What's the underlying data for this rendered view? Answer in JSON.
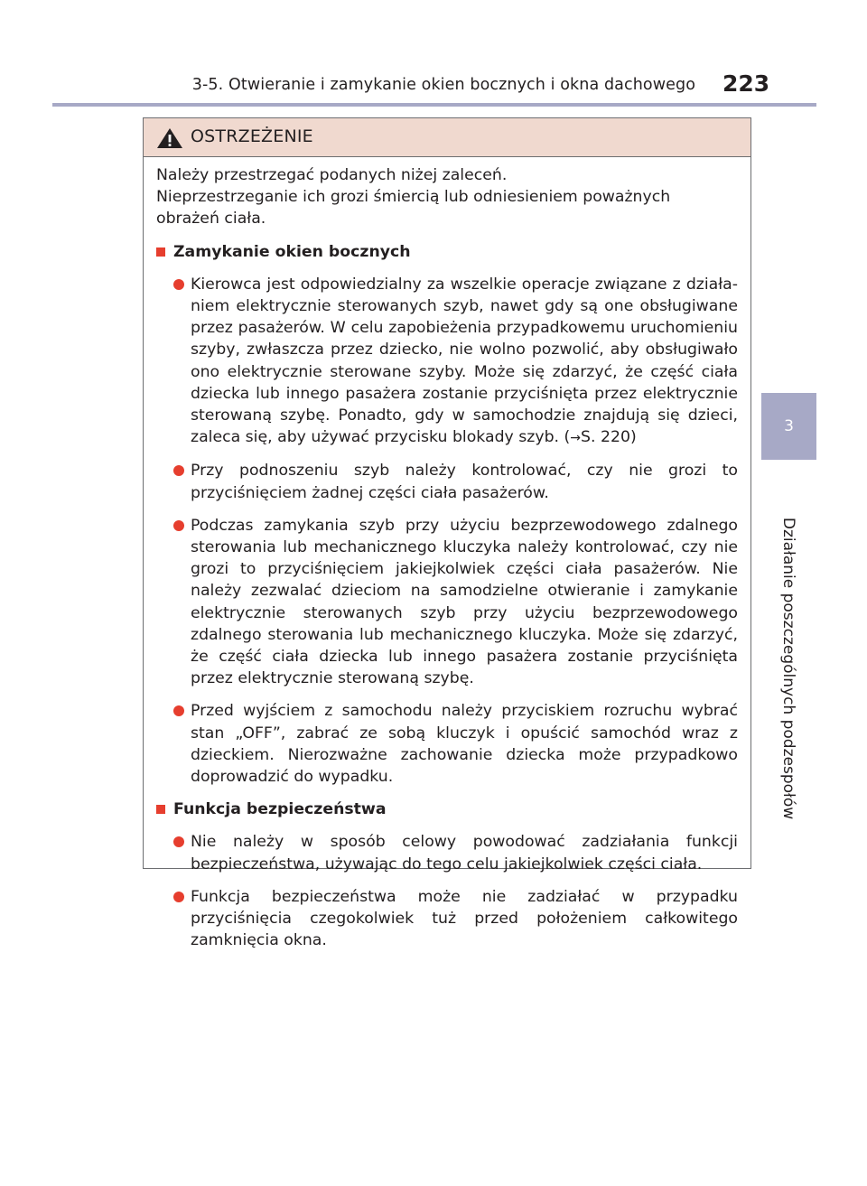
{
  "header": {
    "title": "3-5. Otwieranie i zamykanie okien bocznych i okna dachowego",
    "page_number": "223"
  },
  "side": {
    "tab_number": "3",
    "label": "Działanie poszczególnych podzespołów"
  },
  "warning": {
    "title": "OSTRZEŻENIE",
    "intro_line1": "Należy przestrzegać podanych niżej zaleceń.",
    "intro_line2": "Nieprzestrzeganie ich grozi śmiercią lub odniesieniem poważnych obrażeń ciała.",
    "sections": [
      {
        "heading": "Zamykanie okien bocznych",
        "bullets": [
          "Kierowca jest odpowiedzialny za wszelkie operacje związane z działa­niem elektrycznie sterowanych szyb, nawet gdy są one obsługiwane przez pasażerów. W celu zapobieżenia przypadkowemu uruchomieniu szyby, zwłaszcza przez dziecko, nie wolno pozwolić, aby obsługiwało ono elek­trycznie sterowane szyby. Może się zdarzyć, że część ciała dziecka lub innego pasażera zostanie przyciśnięta przez elektrycznie sterowaną szy­bę. Ponadto, gdy w samochodzie znajdują się dzieci, zaleca się, aby uży­wać przycisku blokady szyb. (",
          "Przy podnoszeniu szyb należy kontrolować, czy nie grozi to przyciśnięciem żadnej części ciała pasażerów.",
          "Podczas zamykania szyb przy użyciu bezprzewodowego zdalnego stero­wania lub mechanicznego kluczyka należy kontrolować, czy nie grozi to przyciśnięciem jakiejkolwiek części ciała pasażerów. Nie należy zezwa­lać dzieciom na samodzielne otwieranie i zamykanie elektrycznie sterowa­nych szyb przy użyciu bezprzewodowego zdalnego sterowania lub me­chanicznego kluczyka. Może się zdarzyć, że część ciała dziecka lub inne­go pasażera zostanie przyciśnięta przez elektrycznie sterowaną szybę.",
          "Przed wyjściem z samochodu należy przyciskiem rozruchu wybrać stan „OFF”, zabrać ze sobą kluczyk i opuścić samochód wraz z dzieckiem. Nierozważne zachowanie dziecka może przypadkowo doprowadzić do wypadku."
        ],
        "ref_arrow": "→",
        "ref_text": "S. 220)"
      },
      {
        "heading": "Funkcja bezpieczeństwa",
        "bullets": [
          "Nie należy w sposób celowy powodować zadziałania funkcji bezpieczeń­stwa, używając do tego celu jakiejkolwiek części ciała.",
          "Funkcja bezpieczeństwa może nie zadziałać w przypadku przyciśnięcia czegokolwiek tuż przed położeniem całkowitego zamknięcia okna."
        ]
      }
    ]
  },
  "colors": {
    "accent_red": "#e63e2e",
    "header_band": "#a7a9c6",
    "warning_header_bg": "#f0d9cf"
  },
  "icons": {
    "warning": "warning-triangle-icon",
    "bullet": "red-dot",
    "section": "red-square"
  }
}
